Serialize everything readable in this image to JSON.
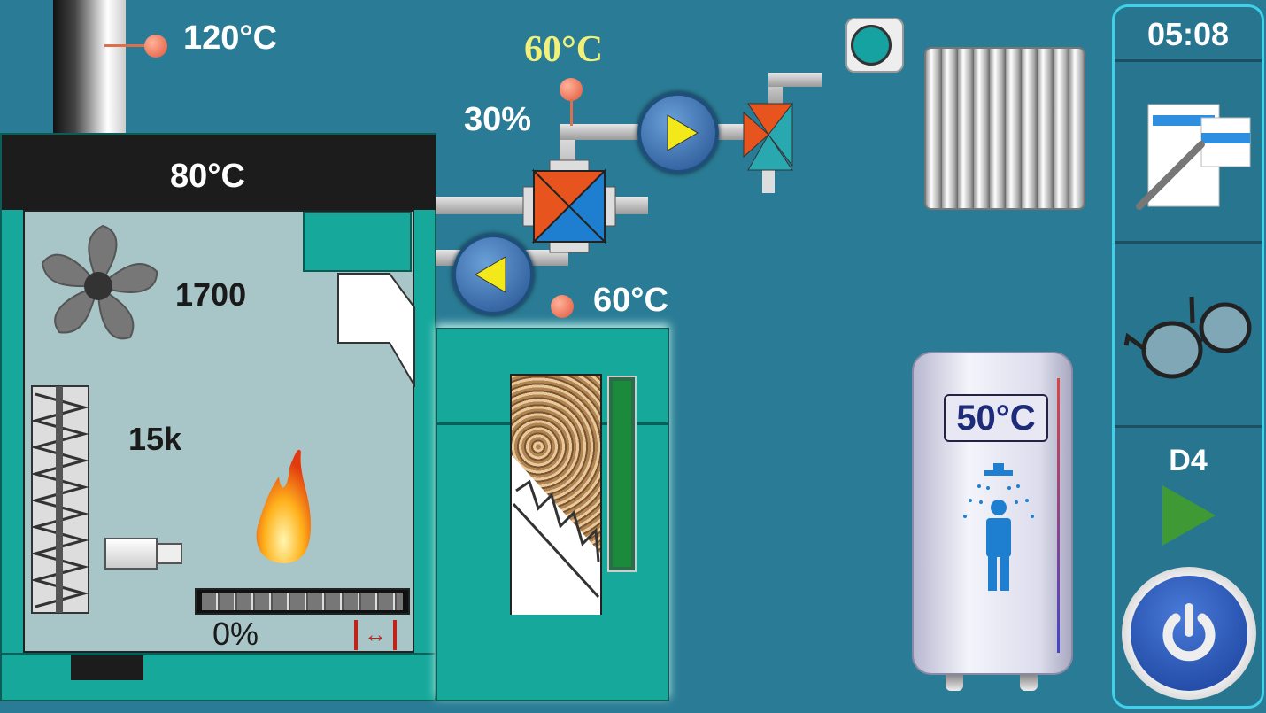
{
  "boiler": {
    "flue_temp": "120°C",
    "boiler_temp": "80°C",
    "fan_speed": "1700",
    "feeder_count": "15k",
    "grate_position": "0%"
  },
  "hydraulics": {
    "mixer_setpoint": "60°C",
    "mixer_opening": "30%",
    "return_temp": "60°C"
  },
  "dhw": {
    "tank_temp": "50°C"
  },
  "sidebar": {
    "time": "05:08",
    "mode_label": "D4"
  },
  "colors": {
    "background": "#2a7b95",
    "boiler_teal": "#17a89c",
    "chamber": "#a8c5c7",
    "accent_cyan": "#3fd0ea"
  }
}
